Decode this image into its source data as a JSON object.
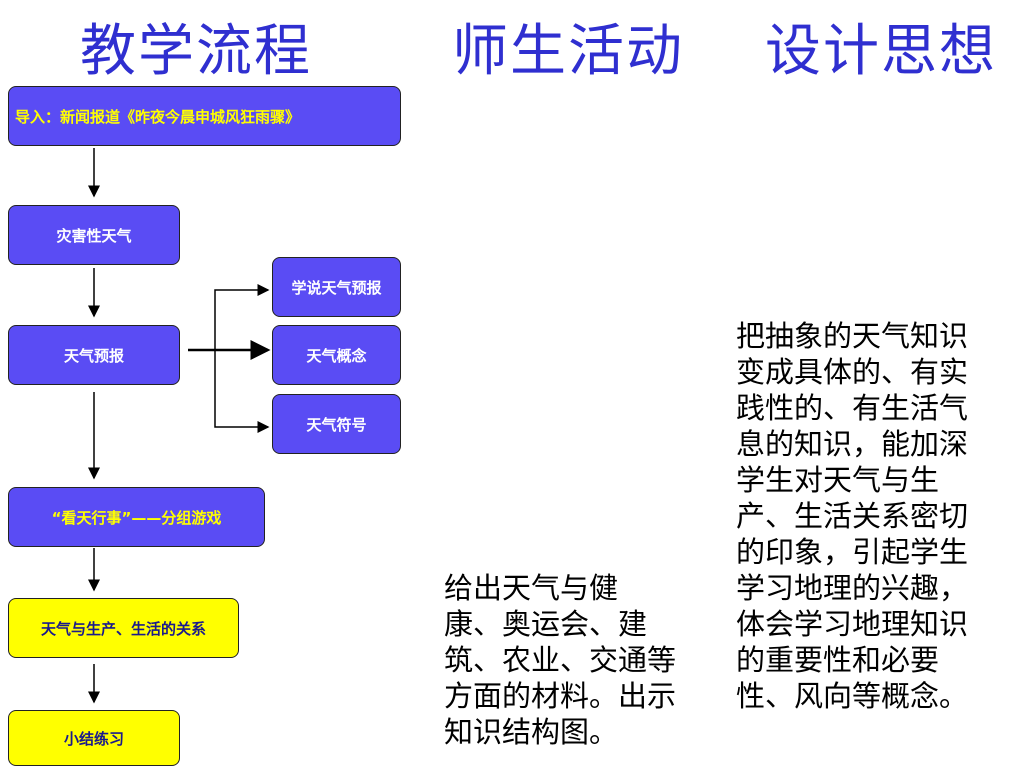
{
  "headers": {
    "flow": "教学流程",
    "activities": "师生活动",
    "design": "设计思想"
  },
  "flow_boxes": {
    "intro": "导入：新闻报道《昨夜今晨申城风狂雨骤》",
    "disaster": "灾害性天气",
    "forecast": "天气预报",
    "say_forecast": "学说天气预报",
    "concept": "天气概念",
    "symbols": "天气符号",
    "game": "“看天行事”——分组游戏",
    "relation": "天气与生产、生活的关系",
    "summary": "小结练习"
  },
  "activities_text": [
    "给出天气与健",
    "康、奥运会、建",
    "筑、农业、交通等",
    "方面的材料。出示",
    "知识结构图。"
  ],
  "design_text": [
    "把抽象的天气知识",
    "变成具体的、有实",
    "践性的、有生活气",
    "息的知识，能加深",
    "学生对天气与生",
    "产、生活关系密切",
    "的印象，引起学生",
    "学习地理的兴趣，",
    "体会学习地理知识",
    "的重要性和必要",
    "性、风向等概念。"
  ],
  "colors": {
    "header": "#2f2fd0",
    "box_blue": "#5a4cf4",
    "box_yellow": "#ffff00"
  }
}
